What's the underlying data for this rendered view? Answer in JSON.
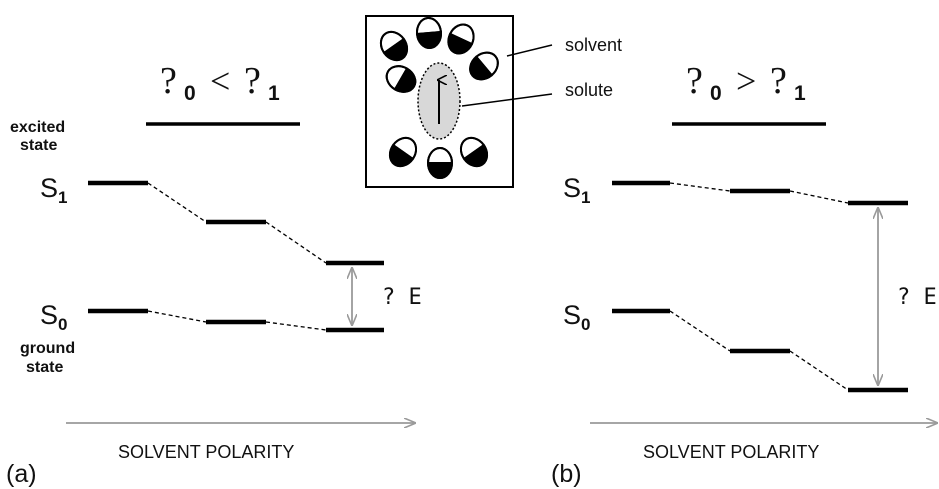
{
  "panel_a": {
    "panel_label": "(a)",
    "title_lhs": "?",
    "title_sub0": "0",
    "title_op": "<",
    "title_rhs": "?",
    "title_sub1": "1",
    "excited_label_line1": "excited",
    "excited_label_line2": "state",
    "ground_label_line1": "ground",
    "ground_label_line2": "state",
    "s1_label": "S",
    "s1_sub": "1",
    "s0_label": "S",
    "s0_sub": "0",
    "delta_e_label": "? E",
    "axis_label": "SOLVENT POLARITY"
  },
  "panel_b": {
    "panel_label": "(b)",
    "title_lhs": "?",
    "title_sub0": "0",
    "title_op": ">",
    "title_rhs": "?",
    "title_sub1": "1",
    "s1_label": "S",
    "s1_sub": "1",
    "s0_label": "S",
    "s0_sub": "0",
    "delta_e_label": "? E",
    "axis_label": "SOLVENT POLARITY"
  },
  "inset": {
    "solvent_label": "solvent",
    "solute_label": "solute"
  },
  "colors": {
    "line": "#000000",
    "arrow_gray": "#9a9a9a",
    "solute_fill": "#d8d8d8"
  }
}
